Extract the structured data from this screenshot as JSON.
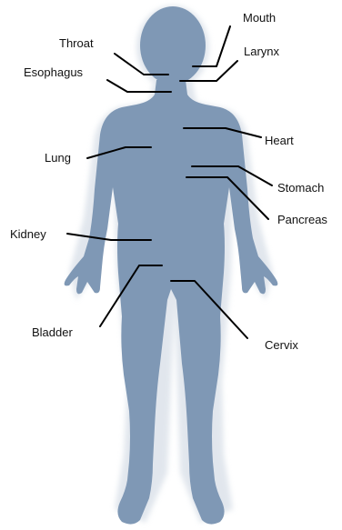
{
  "colors": {
    "body": "#7f98b5",
    "body_shadow": "#c9d3df",
    "leader": "#000000",
    "text": "#111111"
  },
  "labels": {
    "mouth": "Mouth",
    "throat": "Throat",
    "larynx": "Larynx",
    "esophagus": "Esophagus",
    "heart": "Heart",
    "lung": "Lung",
    "stomach": "Stomach",
    "pancreas": "Pancreas",
    "kidney": "Kidney",
    "bladder": "Bladder",
    "cervix": "Cervix"
  }
}
